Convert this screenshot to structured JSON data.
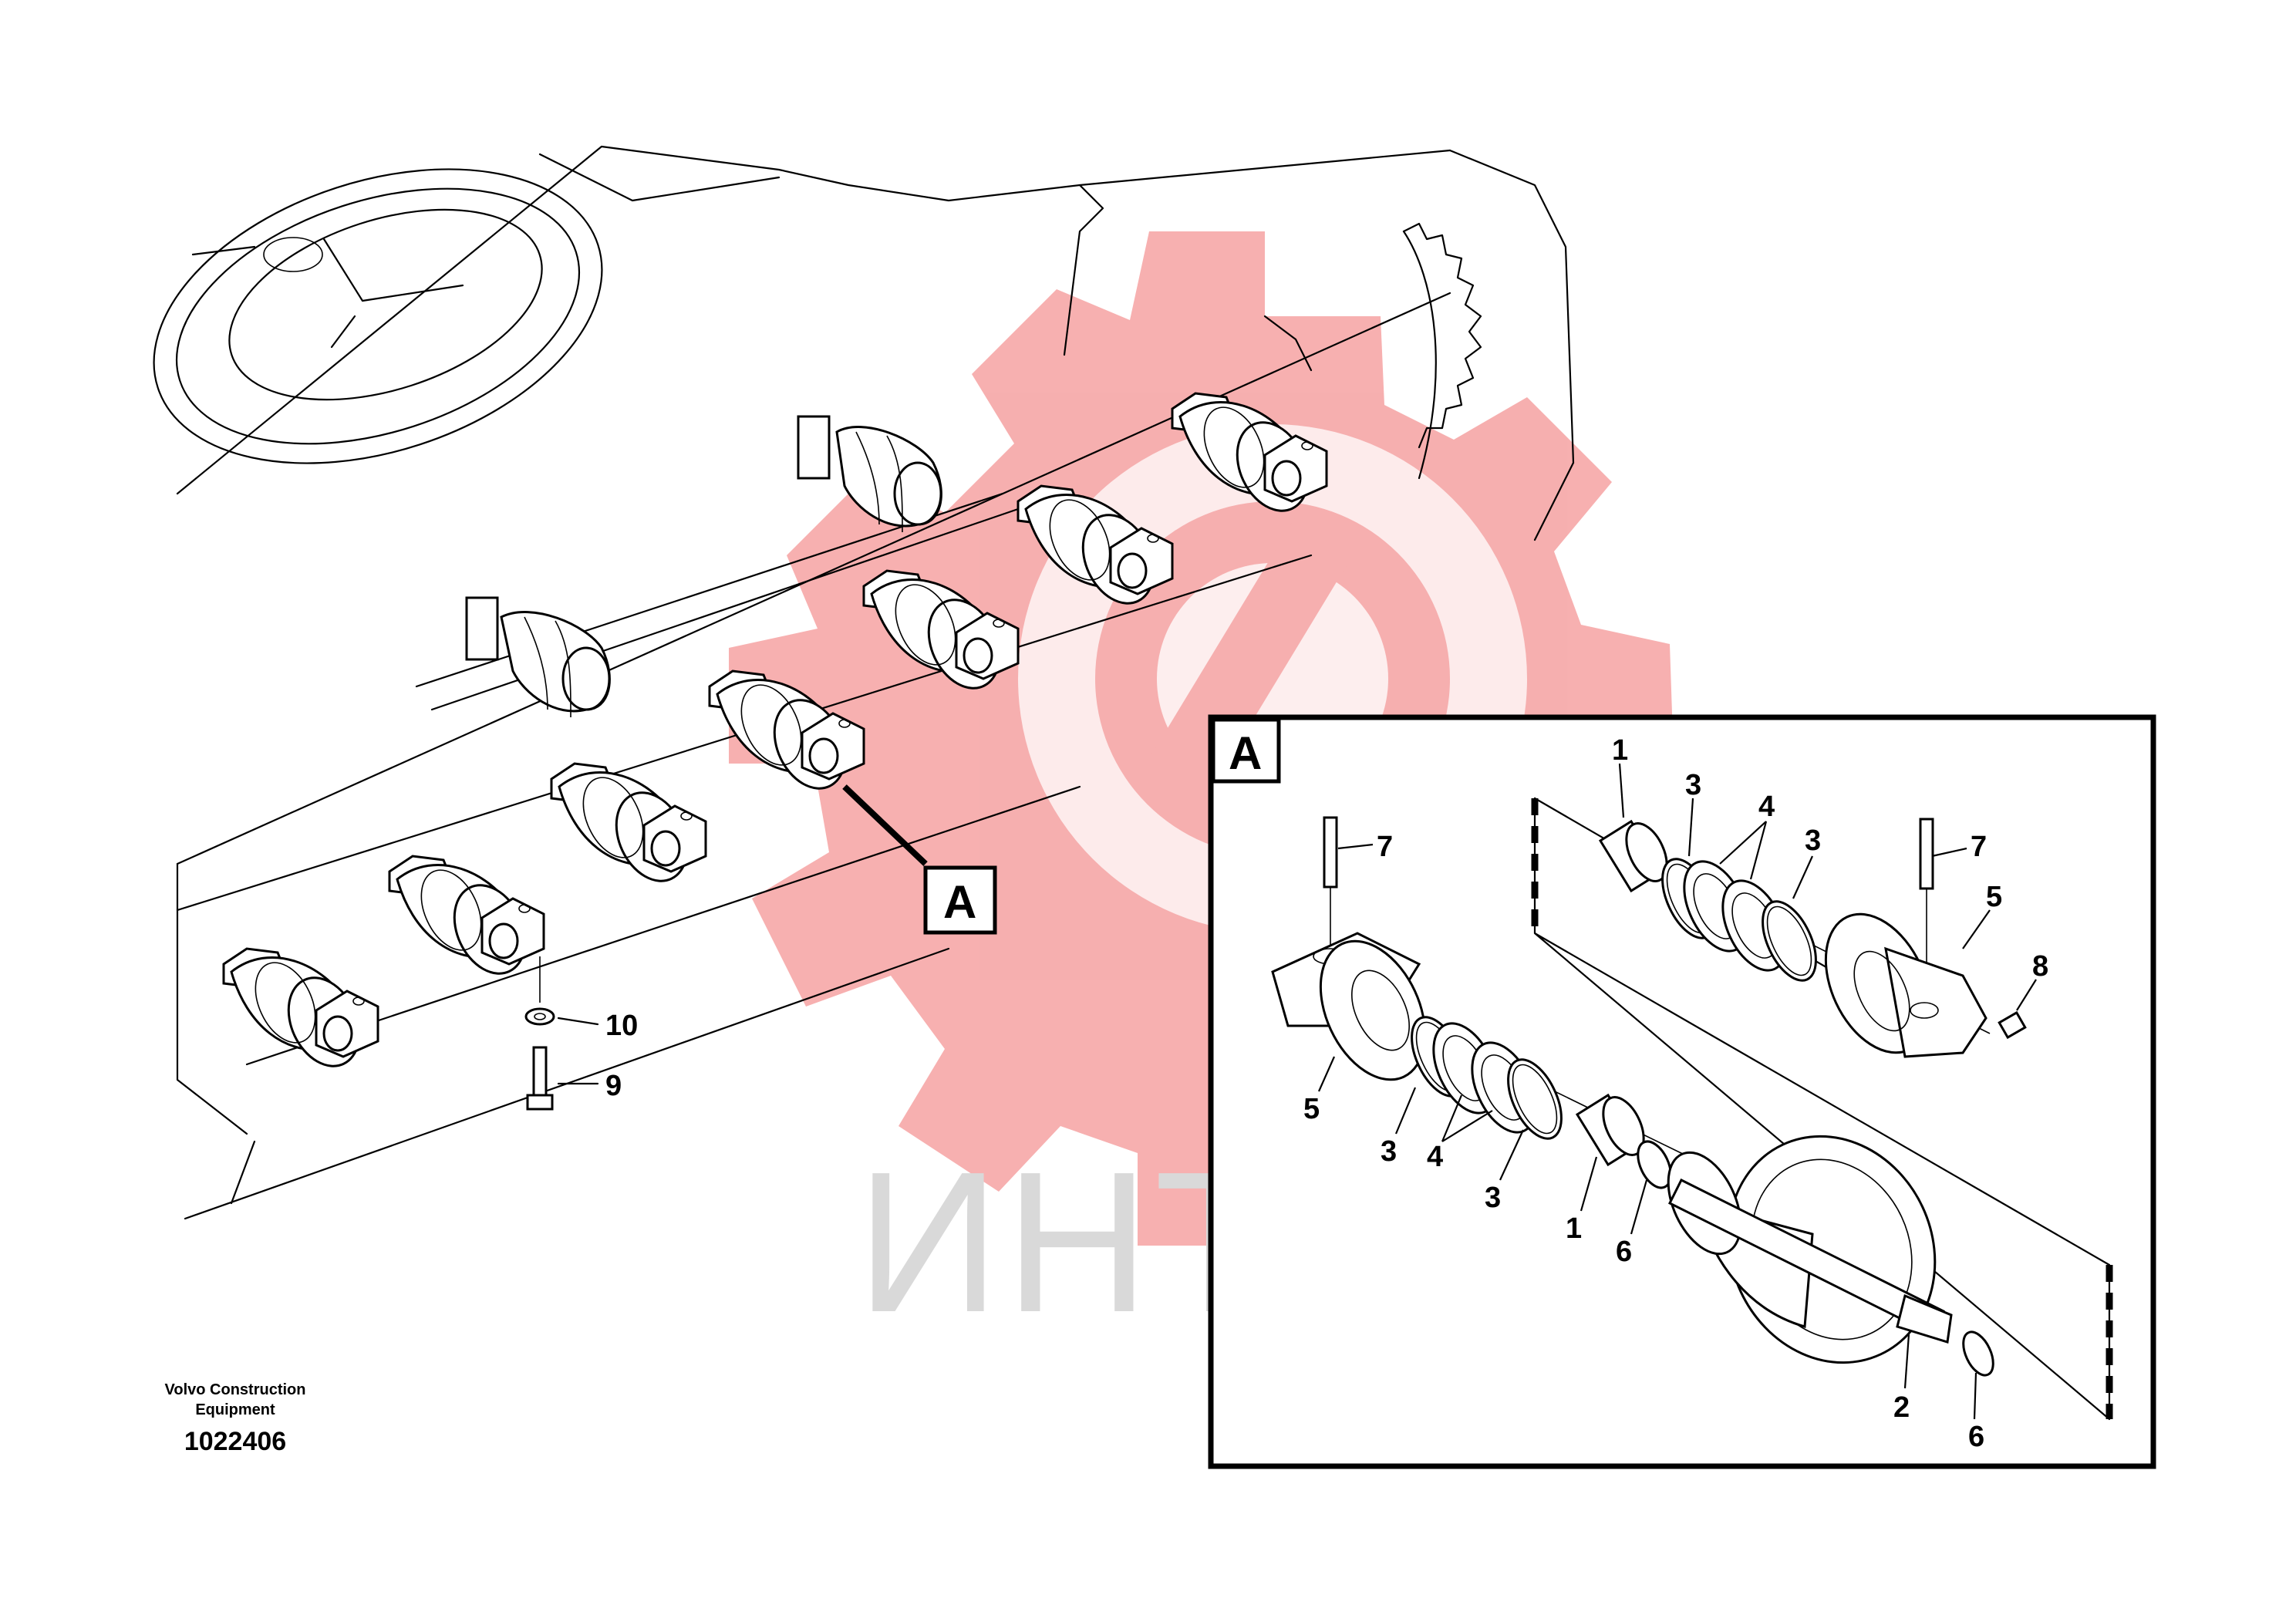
{
  "watermark": {
    "text": "ИНТЕХ",
    "gear_color": "#f6a7a7",
    "text_color": "#d9d9d9"
  },
  "callouts": {
    "main": "A",
    "detail": "A"
  },
  "labels": {
    "l10": "10",
    "l9": "9",
    "d1a": "1",
    "d3a": "3",
    "d4a": "4",
    "d3b": "3",
    "d7a": "7",
    "d7b": "7",
    "d5a": "5",
    "d8": "8",
    "d5b": "5",
    "d3c": "3",
    "d4b": "4",
    "d3d": "3",
    "d1b": "1",
    "d6a": "6",
    "d2": "2",
    "d6b": "6"
  },
  "footer": {
    "company_line1": "Volvo Construction",
    "company_line2": "Equipment",
    "drawing_number": "1022406"
  }
}
